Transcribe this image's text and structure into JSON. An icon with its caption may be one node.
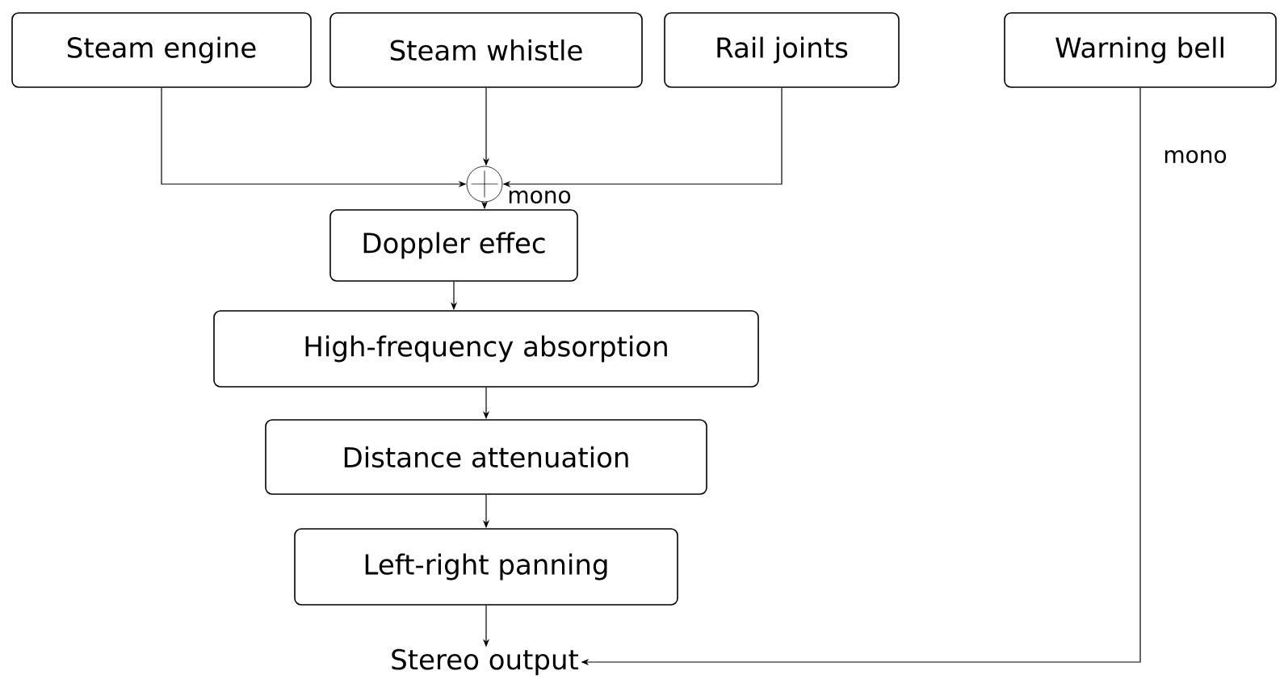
{
  "diagram": {
    "nodes": [
      {
        "text": [
          "Steam engine"
        ]
      },
      {
        "text": [
          "Steam whistle"
        ]
      },
      {
        "text": [
          "Rail joints"
        ]
      },
      {
        "text": [
          "Warning bell"
        ]
      },
      {
        "text": [],
        "shape": "circle"
      },
      {
        "text": [
          "Doppler effec"
        ]
      },
      {
        "text": [
          "High-frequency absorption"
        ]
      },
      {
        "text": [
          "Distance attenuation"
        ]
      },
      {
        "text": [
          "Left-right panning"
        ]
      },
      {
        "text": [
          "Stereo output"
        ]
      }
    ],
    "edges": [
      {
        "from": 0,
        "to": 4,
        "arrow": "to"
      },
      {
        "from": 1,
        "to": 4,
        "arrow": "to"
      },
      {
        "from": 2,
        "to": 4,
        "arrow": "to"
      },
      {
        "from": 4,
        "to": 5,
        "arrow": "to",
        "label": "mono"
      },
      {
        "from": 5,
        "to": 6,
        "arrow": "to"
      },
      {
        "from": 6,
        "to": 7,
        "arrow": "to"
      },
      {
        "from": 7,
        "to": 8,
        "arrow": "to"
      },
      {
        "from": 8,
        "to": 9,
        "arrow": "to"
      },
      {
        "from": 3,
        "to": 9,
        "arrow": "to",
        "label": "mono"
      }
    ]
  }
}
